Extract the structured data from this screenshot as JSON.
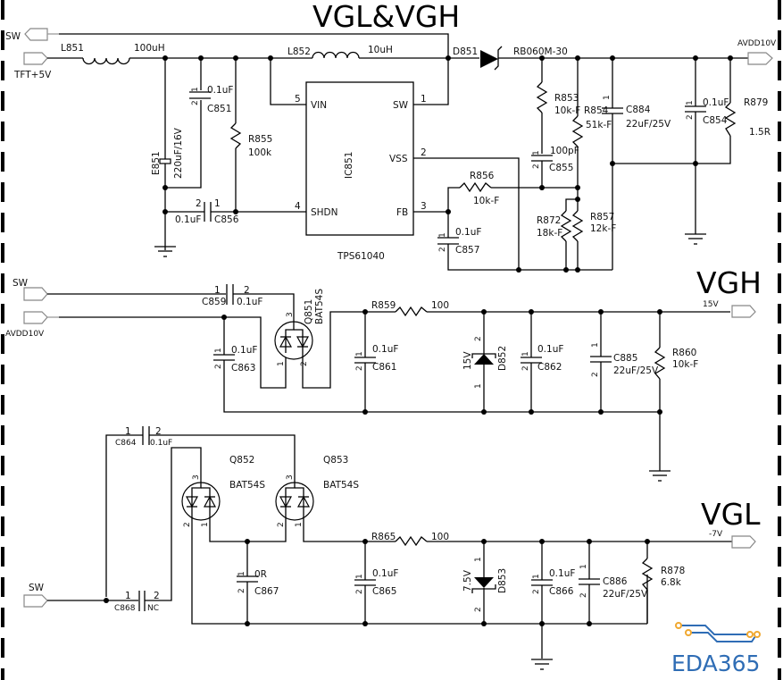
{
  "titles": {
    "main": "VGL&VGH",
    "vgh": "VGH",
    "vgl": "VGL"
  },
  "ports": {
    "sw_top": "SW",
    "tft5v": "TFT+5V",
    "avdd_out": "AVDD10V",
    "sw_mid": "SW",
    "avdd_in": "AVDD10V",
    "vgh_out": "15V",
    "sw_bot": "SW",
    "vgl_out": "-7V"
  },
  "components": {
    "L851": {
      "ref": "L851",
      "value": "100uH"
    },
    "L852": {
      "ref": "L852",
      "value": "10uH"
    },
    "D851": {
      "ref": "D851",
      "value": "RB060M-30"
    },
    "C851": {
      "ref": "C851",
      "value": "0.1uF"
    },
    "E851": {
      "ref": "E851",
      "value": "220uF/16V"
    },
    "R855": {
      "ref": "R855",
      "value": "100k"
    },
    "C856": {
      "ref": "C856",
      "value": "0.1uF"
    },
    "IC851": {
      "ref": "IC851",
      "part": "TPS61040",
      "pins": {
        "vin": "VIN",
        "sw": "SW",
        "vss": "VSS",
        "shdn": "SHDN",
        "fb": "FB"
      },
      "pin_numbers": {
        "vin": "5",
        "sw": "1",
        "vss": "2",
        "shdn": "4",
        "fb": "3"
      }
    },
    "R853": {
      "ref": "R853",
      "value": "10k-F"
    },
    "R854": {
      "ref": "R854",
      "value": "51k-F"
    },
    "C884": {
      "ref": "C884",
      "value": "22uF/25V"
    },
    "C854": {
      "ref": "C854",
      "value": "0.1uF"
    },
    "R879": {
      "ref": "R879",
      "value": "1.5R"
    },
    "C855": {
      "ref": "C855",
      "value": "100pF"
    },
    "R856": {
      "ref": "R856",
      "value": "10k-F"
    },
    "C857": {
      "ref": "C857",
      "value": "0.1uF"
    },
    "R872": {
      "ref": "R872",
      "value": "18k-F"
    },
    "R857": {
      "ref": "R857",
      "value": "12k-F"
    },
    "C859": {
      "ref": "C859",
      "value": "0.1uF"
    },
    "Q851": {
      "ref": "Q851",
      "value": "BAT54S"
    },
    "C863": {
      "ref": "C863",
      "value": "0.1uF"
    },
    "R859": {
      "ref": "R859",
      "value": "100"
    },
    "C861": {
      "ref": "C861",
      "value": "0.1uF"
    },
    "D852": {
      "ref": "D852",
      "value": "15V"
    },
    "C862": {
      "ref": "C862",
      "value": "0.1uF"
    },
    "C885": {
      "ref": "C885",
      "value": "22uF/25V"
    },
    "R860": {
      "ref": "R860",
      "value": "10k-F"
    },
    "C864": {
      "ref": "C864",
      "value": "0.1uF"
    },
    "Q852": {
      "ref": "Q852",
      "value": "BAT54S"
    },
    "Q853": {
      "ref": "Q853",
      "value": "BAT54S"
    },
    "C868": {
      "ref": "C868",
      "value": "NC"
    },
    "C867": {
      "ref": "C867",
      "value": "0R"
    },
    "R865": {
      "ref": "R865",
      "value": "100"
    },
    "C865": {
      "ref": "C865",
      "value": "0.1uF"
    },
    "D853": {
      "ref": "D853",
      "value": "7.5V"
    },
    "C866": {
      "ref": "C866",
      "value": "0.1uF"
    },
    "C886": {
      "ref": "C886",
      "value": "22uF/25V"
    },
    "R878": {
      "ref": "R878",
      "value": "6.8k"
    }
  },
  "pin_labels": {
    "one": "1",
    "two": "2",
    "three": "3"
  },
  "logo": {
    "text": "EDA365",
    "color": "#2f6db5",
    "accent": "#f0a830"
  }
}
